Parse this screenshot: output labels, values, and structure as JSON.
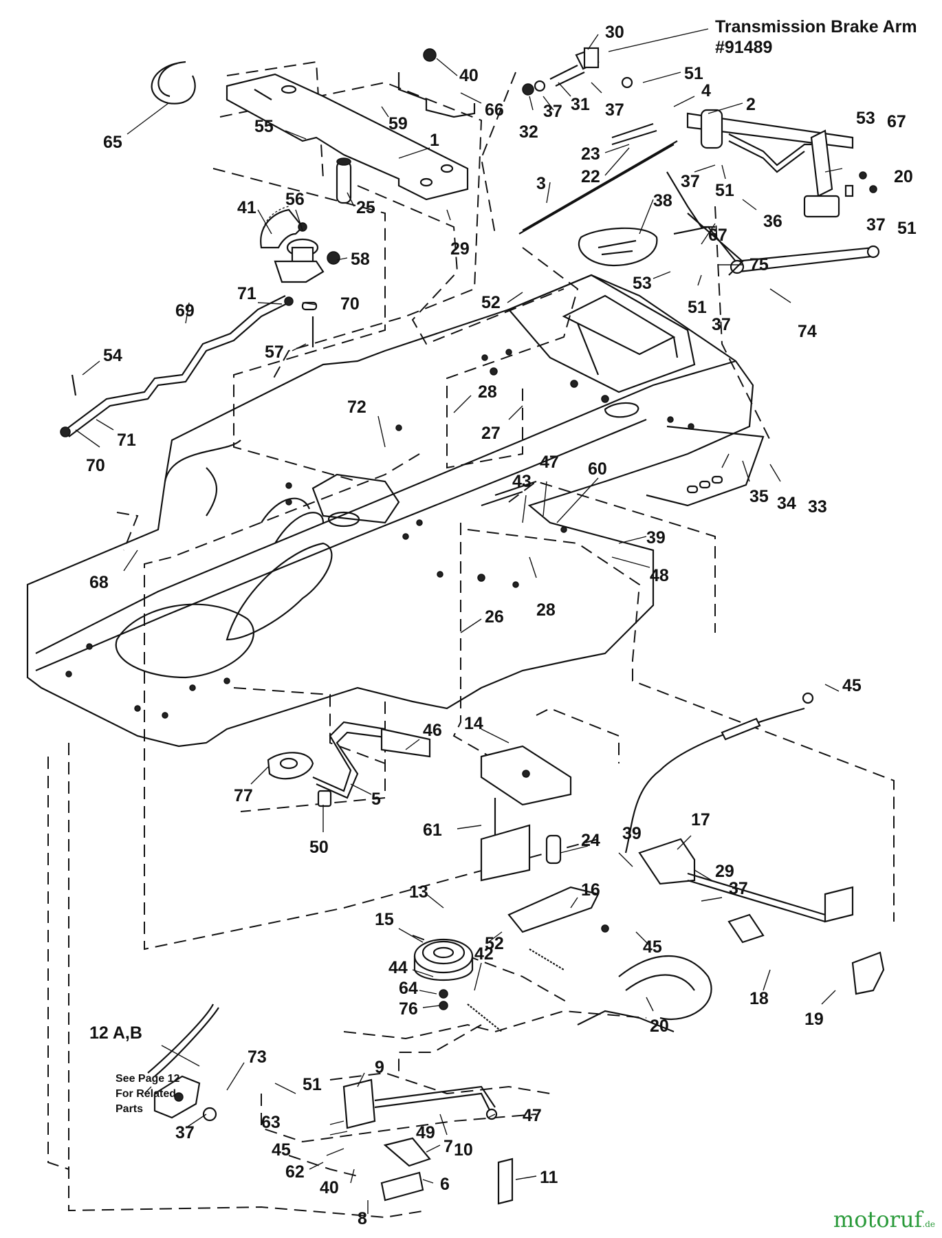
{
  "title": {
    "line1": "Transmission Brake Arm",
    "line2": "#91489"
  },
  "note": {
    "line1": "See Page 12",
    "line2": "For Related",
    "line3": "Parts"
  },
  "watermark": {
    "brand": "motoruf",
    "suffix": ".de",
    "color": "#2a9a3a"
  },
  "callouts": [
    {
      "id": "c30",
      "text": "30"
    },
    {
      "id": "c40",
      "text": "40"
    },
    {
      "id": "c66",
      "text": "66"
    },
    {
      "id": "c59",
      "text": "59"
    },
    {
      "id": "c55",
      "text": "55"
    },
    {
      "id": "c1",
      "text": "1"
    },
    {
      "id": "c65",
      "text": "65"
    },
    {
      "id": "c25",
      "text": "25"
    },
    {
      "id": "c29a",
      "text": "29"
    },
    {
      "id": "c41",
      "text": "41"
    },
    {
      "id": "c56",
      "text": "56"
    },
    {
      "id": "c58",
      "text": "58"
    },
    {
      "id": "c71a",
      "text": "71"
    },
    {
      "id": "c70a",
      "text": "70"
    },
    {
      "id": "c69",
      "text": "69"
    },
    {
      "id": "c57",
      "text": "57"
    },
    {
      "id": "c54",
      "text": "54"
    },
    {
      "id": "c71b",
      "text": "71"
    },
    {
      "id": "c70b",
      "text": "70"
    },
    {
      "id": "c51a",
      "text": "51"
    },
    {
      "id": "c4",
      "text": "4"
    },
    {
      "id": "c32",
      "text": "32"
    },
    {
      "id": "c37a",
      "text": "37"
    },
    {
      "id": "c31",
      "text": "31"
    },
    {
      "id": "c37b",
      "text": "37"
    },
    {
      "id": "c2",
      "text": "2"
    },
    {
      "id": "c53a",
      "text": "53"
    },
    {
      "id": "c67a",
      "text": "67"
    },
    {
      "id": "c23",
      "text": "23"
    },
    {
      "id": "c22",
      "text": "22"
    },
    {
      "id": "c37c",
      "text": "37"
    },
    {
      "id": "c51b",
      "text": "51"
    },
    {
      "id": "c20a",
      "text": "20"
    },
    {
      "id": "c3",
      "text": "3"
    },
    {
      "id": "c36",
      "text": "36"
    },
    {
      "id": "c38",
      "text": "38"
    },
    {
      "id": "c37d",
      "text": "37"
    },
    {
      "id": "c51c",
      "text": "51"
    },
    {
      "id": "c67b",
      "text": "67"
    },
    {
      "id": "c75",
      "text": "75"
    },
    {
      "id": "c53b",
      "text": "53"
    },
    {
      "id": "c51d",
      "text": "51"
    },
    {
      "id": "c37e",
      "text": "37"
    },
    {
      "id": "c74",
      "text": "74"
    },
    {
      "id": "c52a",
      "text": "52"
    },
    {
      "id": "c28a",
      "text": "28"
    },
    {
      "id": "c27",
      "text": "27"
    },
    {
      "id": "c72",
      "text": "72"
    },
    {
      "id": "c47a",
      "text": "47"
    },
    {
      "id": "c60",
      "text": "60"
    },
    {
      "id": "c43",
      "text": "43"
    },
    {
      "id": "c35",
      "text": "35"
    },
    {
      "id": "c34",
      "text": "34"
    },
    {
      "id": "c33",
      "text": "33"
    },
    {
      "id": "c39a",
      "text": "39"
    },
    {
      "id": "c48",
      "text": "48"
    },
    {
      "id": "c28b",
      "text": "28"
    },
    {
      "id": "c68",
      "text": "68"
    },
    {
      "id": "c26",
      "text": "26"
    },
    {
      "id": "c45a",
      "text": "45"
    },
    {
      "id": "c46",
      "text": "46"
    },
    {
      "id": "c14",
      "text": "14"
    },
    {
      "id": "c77",
      "text": "77"
    },
    {
      "id": "c5",
      "text": "5"
    },
    {
      "id": "c50",
      "text": "50"
    },
    {
      "id": "c61",
      "text": "61"
    },
    {
      "id": "c24",
      "text": "24"
    },
    {
      "id": "c17",
      "text": "17"
    },
    {
      "id": "c39b",
      "text": "39"
    },
    {
      "id": "c29b",
      "text": "29"
    },
    {
      "id": "c37f",
      "text": "37"
    },
    {
      "id": "c13",
      "text": "13"
    },
    {
      "id": "c16",
      "text": "16"
    },
    {
      "id": "c15",
      "text": "15"
    },
    {
      "id": "c45b",
      "text": "45"
    },
    {
      "id": "c52b",
      "text": "52"
    },
    {
      "id": "c44",
      "text": "44"
    },
    {
      "id": "c64",
      "text": "64"
    },
    {
      "id": "c76",
      "text": "76"
    },
    {
      "id": "c42",
      "text": "42"
    },
    {
      "id": "c18",
      "text": "18"
    },
    {
      "id": "c12",
      "text": "12 A,B"
    },
    {
      "id": "c73",
      "text": "73"
    },
    {
      "id": "c51e",
      "text": "51"
    },
    {
      "id": "c9",
      "text": "9"
    },
    {
      "id": "c37g",
      "text": "37"
    },
    {
      "id": "c63",
      "text": "63"
    },
    {
      "id": "c47b",
      "text": "47"
    },
    {
      "id": "c10",
      "text": "10"
    },
    {
      "id": "c49",
      "text": "49"
    },
    {
      "id": "c45c",
      "text": "45"
    },
    {
      "id": "c7",
      "text": "7"
    },
    {
      "id": "c62",
      "text": "62"
    },
    {
      "id": "c6",
      "text": "6"
    },
    {
      "id": "c40b",
      "text": "40"
    },
    {
      "id": "c8",
      "text": "8"
    },
    {
      "id": "c11",
      "text": "11"
    },
    {
      "id": "c20b",
      "text": "20"
    },
    {
      "id": "c19",
      "text": "19"
    }
  ]
}
